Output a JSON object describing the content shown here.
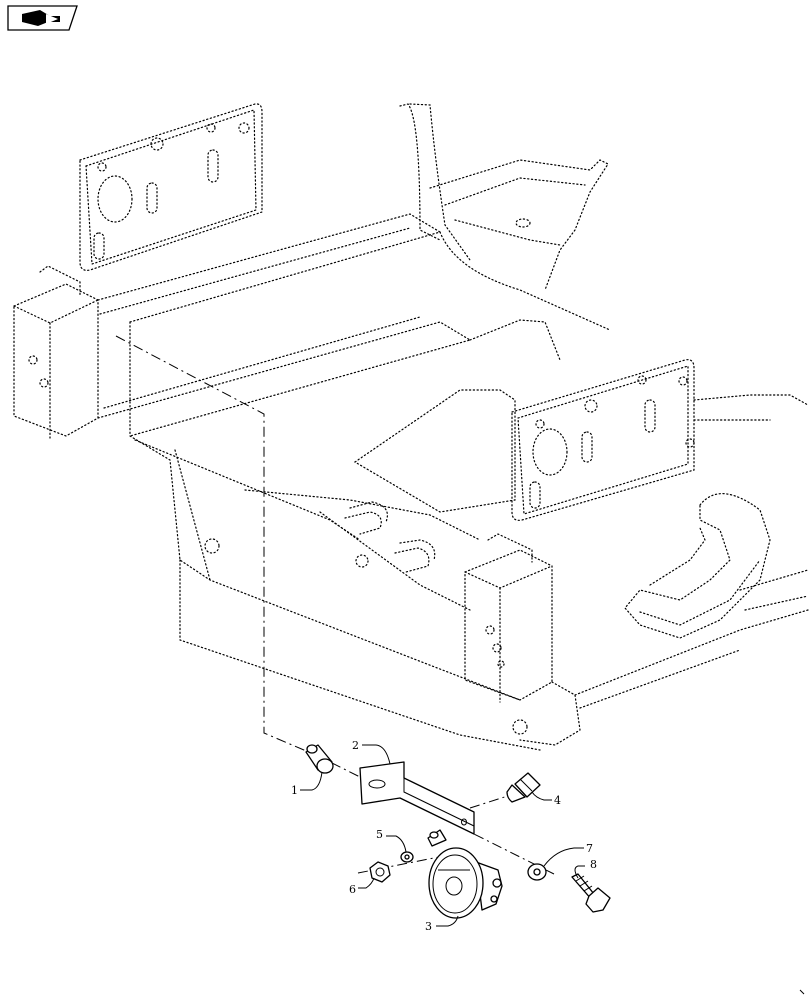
{
  "nav": {
    "icon": "open-book-arrow-icon"
  },
  "callouts": [
    {
      "id": "c1",
      "label": "1"
    },
    {
      "id": "c2",
      "label": "2"
    },
    {
      "id": "c3",
      "label": "3"
    },
    {
      "id": "c4",
      "label": "4"
    },
    {
      "id": "c5",
      "label": "5"
    },
    {
      "id": "c6",
      "label": "6"
    },
    {
      "id": "c7",
      "label": "7"
    },
    {
      "id": "c8",
      "label": "8"
    }
  ]
}
